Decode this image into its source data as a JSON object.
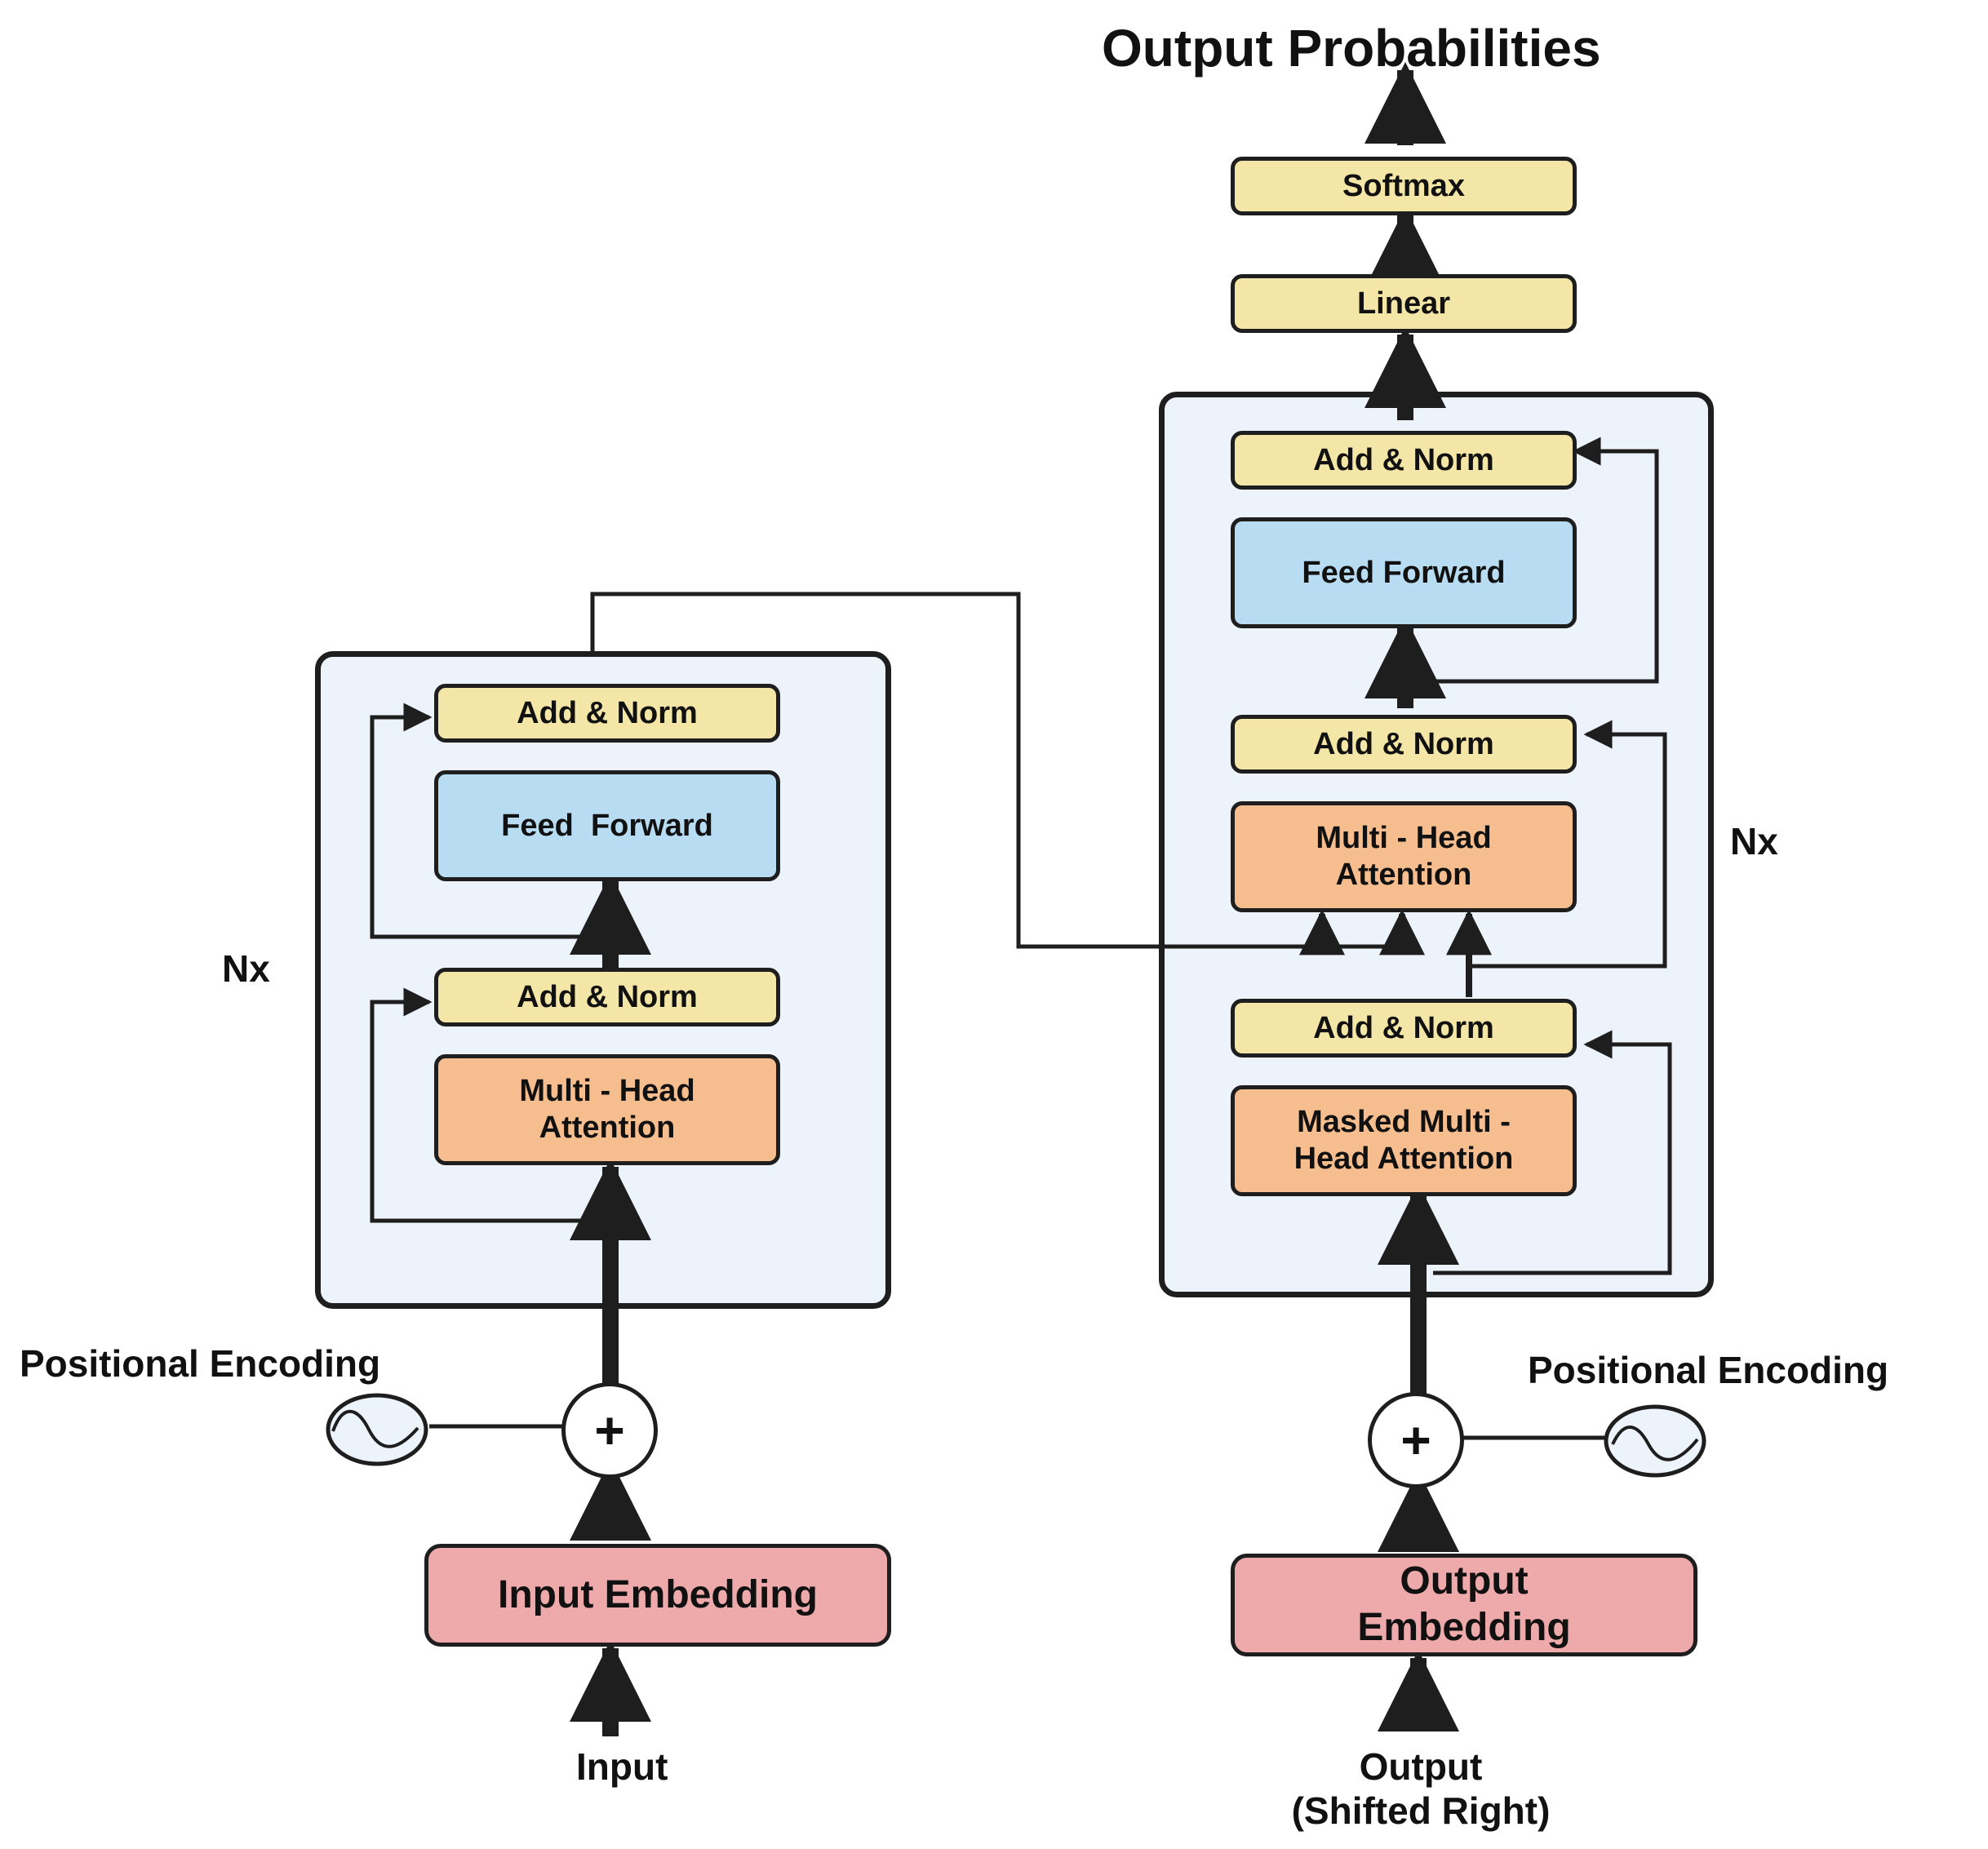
{
  "output_probabilities": "Output Probabilities",
  "decoder": {
    "softmax": "Softmax",
    "linear": "Linear",
    "add_norm_3": "Add & Norm",
    "feed_forward": "Feed Forward",
    "add_norm_2": "Add & Norm",
    "mha_line1": "Multi - Head",
    "mha_line2": "Attention",
    "add_norm_1": "Add & Norm",
    "masked_line1": "Masked Multi -",
    "masked_line2": "Head Attention",
    "nx": "Nx",
    "positional_encoding": "Positional Encoding",
    "plus": "+",
    "embedding_line1": "Output",
    "embedding_line2": "Embedding",
    "input_line1": "Output",
    "input_line2": "(Shifted Right)"
  },
  "encoder": {
    "add_norm_2": "Add & Norm",
    "feed_forward": "Feed  Forward",
    "add_norm_1": "Add & Norm",
    "mha_line1": "Multi - Head",
    "mha_line2": "Attention",
    "nx": "Nx",
    "positional_encoding": "Positional Encoding",
    "plus": "+",
    "embedding": "Input Embedding",
    "input": "Input"
  },
  "colors": {
    "add_norm": "#f4e6a6",
    "feed_forward": "#b8dcf2",
    "attention": "#f6be8f",
    "embedding": "#eeaaaa",
    "block_background": "#edf3fb",
    "stroke": "#1e1e1e"
  },
  "icons": [
    "sine-wave-icon",
    "plus-icon",
    "arrow-up-icon"
  ]
}
